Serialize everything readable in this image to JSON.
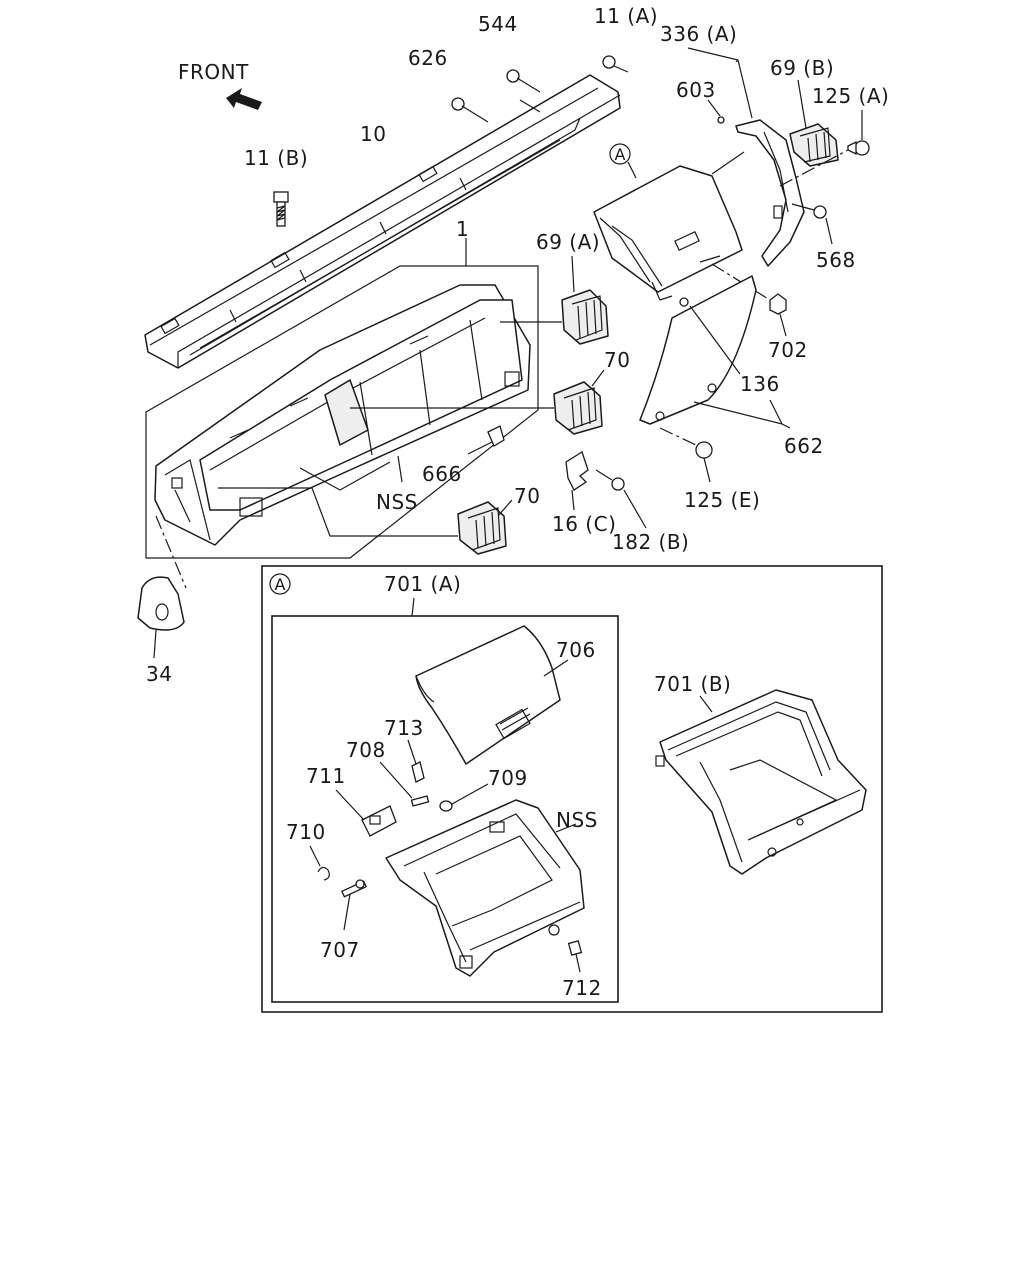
{
  "orientation": {
    "text": "FRONT",
    "arrow_icon": "front-arrow-icon"
  },
  "labels": {
    "p544": "544",
    "p11a": "11 (A)",
    "p336a": "336 (A)",
    "p626": "626",
    "p603": "603",
    "p69b": "69 (B)",
    "p125a": "125 (A)",
    "p10": "10",
    "p11b": "11 (B)",
    "callout_a": "A",
    "p568": "568",
    "p1": "1",
    "p69a": "69 (A)",
    "p702": "702",
    "p70_upper": "70",
    "p136": "136",
    "p662": "662",
    "p666": "666",
    "nss_main": "NSS",
    "p125e": "125 (E)",
    "p70_lower": "70",
    "p16c": "16 (C)",
    "p182b": "182 (B)",
    "p34": "34"
  },
  "detail_a": {
    "callout": "A",
    "p701a": "701 (A)",
    "p706": "706",
    "p701b": "701 (B)",
    "p713": "713",
    "p708": "708",
    "p709": "709",
    "p711": "711",
    "nss": "NSS",
    "p710": "710",
    "p707": "707",
    "p712": "712"
  }
}
